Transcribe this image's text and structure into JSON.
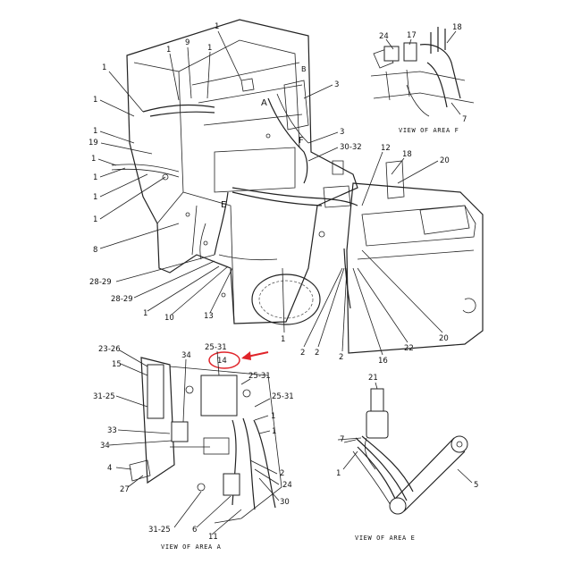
{
  "callouts_main": {
    "c1": "1",
    "c9": "9",
    "c1b": "1",
    "c1c": "1",
    "c1d": "1",
    "c1e": "1",
    "c1f": "1",
    "c1g": "1",
    "c1h": "1",
    "c19": "19",
    "c1i": "1",
    "c1j": "1",
    "c8": "8",
    "c2829a": "28-29",
    "c2829b": "28-29",
    "c1k": "1",
    "c10": "10",
    "c13": "13",
    "c3a": "3",
    "c3b": "3",
    "c3032": "30-32",
    "c12": "12",
    "c18": "18",
    "c20a": "20",
    "c1l": "1",
    "c2a": "2",
    "c2b": "2",
    "c2c": "2",
    "c16": "16",
    "c22": "22",
    "c20b": "20",
    "lA": "A",
    "lF": "F",
    "lE": "E",
    "lB": "B"
  },
  "view_f": {
    "caption": "VIEW OF AREA F",
    "c24": "24",
    "c17": "17",
    "c18": "18",
    "c7": "7"
  },
  "view_a": {
    "caption": "VIEW OF AREA A",
    "c2326": "23-26",
    "c15": "15",
    "c3125a": "31-25",
    "c33": "33",
    "c34a": "34",
    "c4": "4",
    "c27": "27",
    "c34b": "34",
    "c2531a": "25-31",
    "c14": "14",
    "c2531b": "25-31",
    "c2531c": "25-31",
    "c1a": "1",
    "c1b": "1",
    "c2": "2",
    "c24": "24",
    "c30": "30",
    "c3125b": "31-25",
    "c6": "6",
    "c11": "11"
  },
  "view_e": {
    "caption": "VIEW OF AREA E",
    "c21": "21",
    "c7": "7",
    "c1": "1",
    "c5": "5"
  },
  "colors": {
    "highlight": "#e0242a",
    "ink": "#222222"
  }
}
